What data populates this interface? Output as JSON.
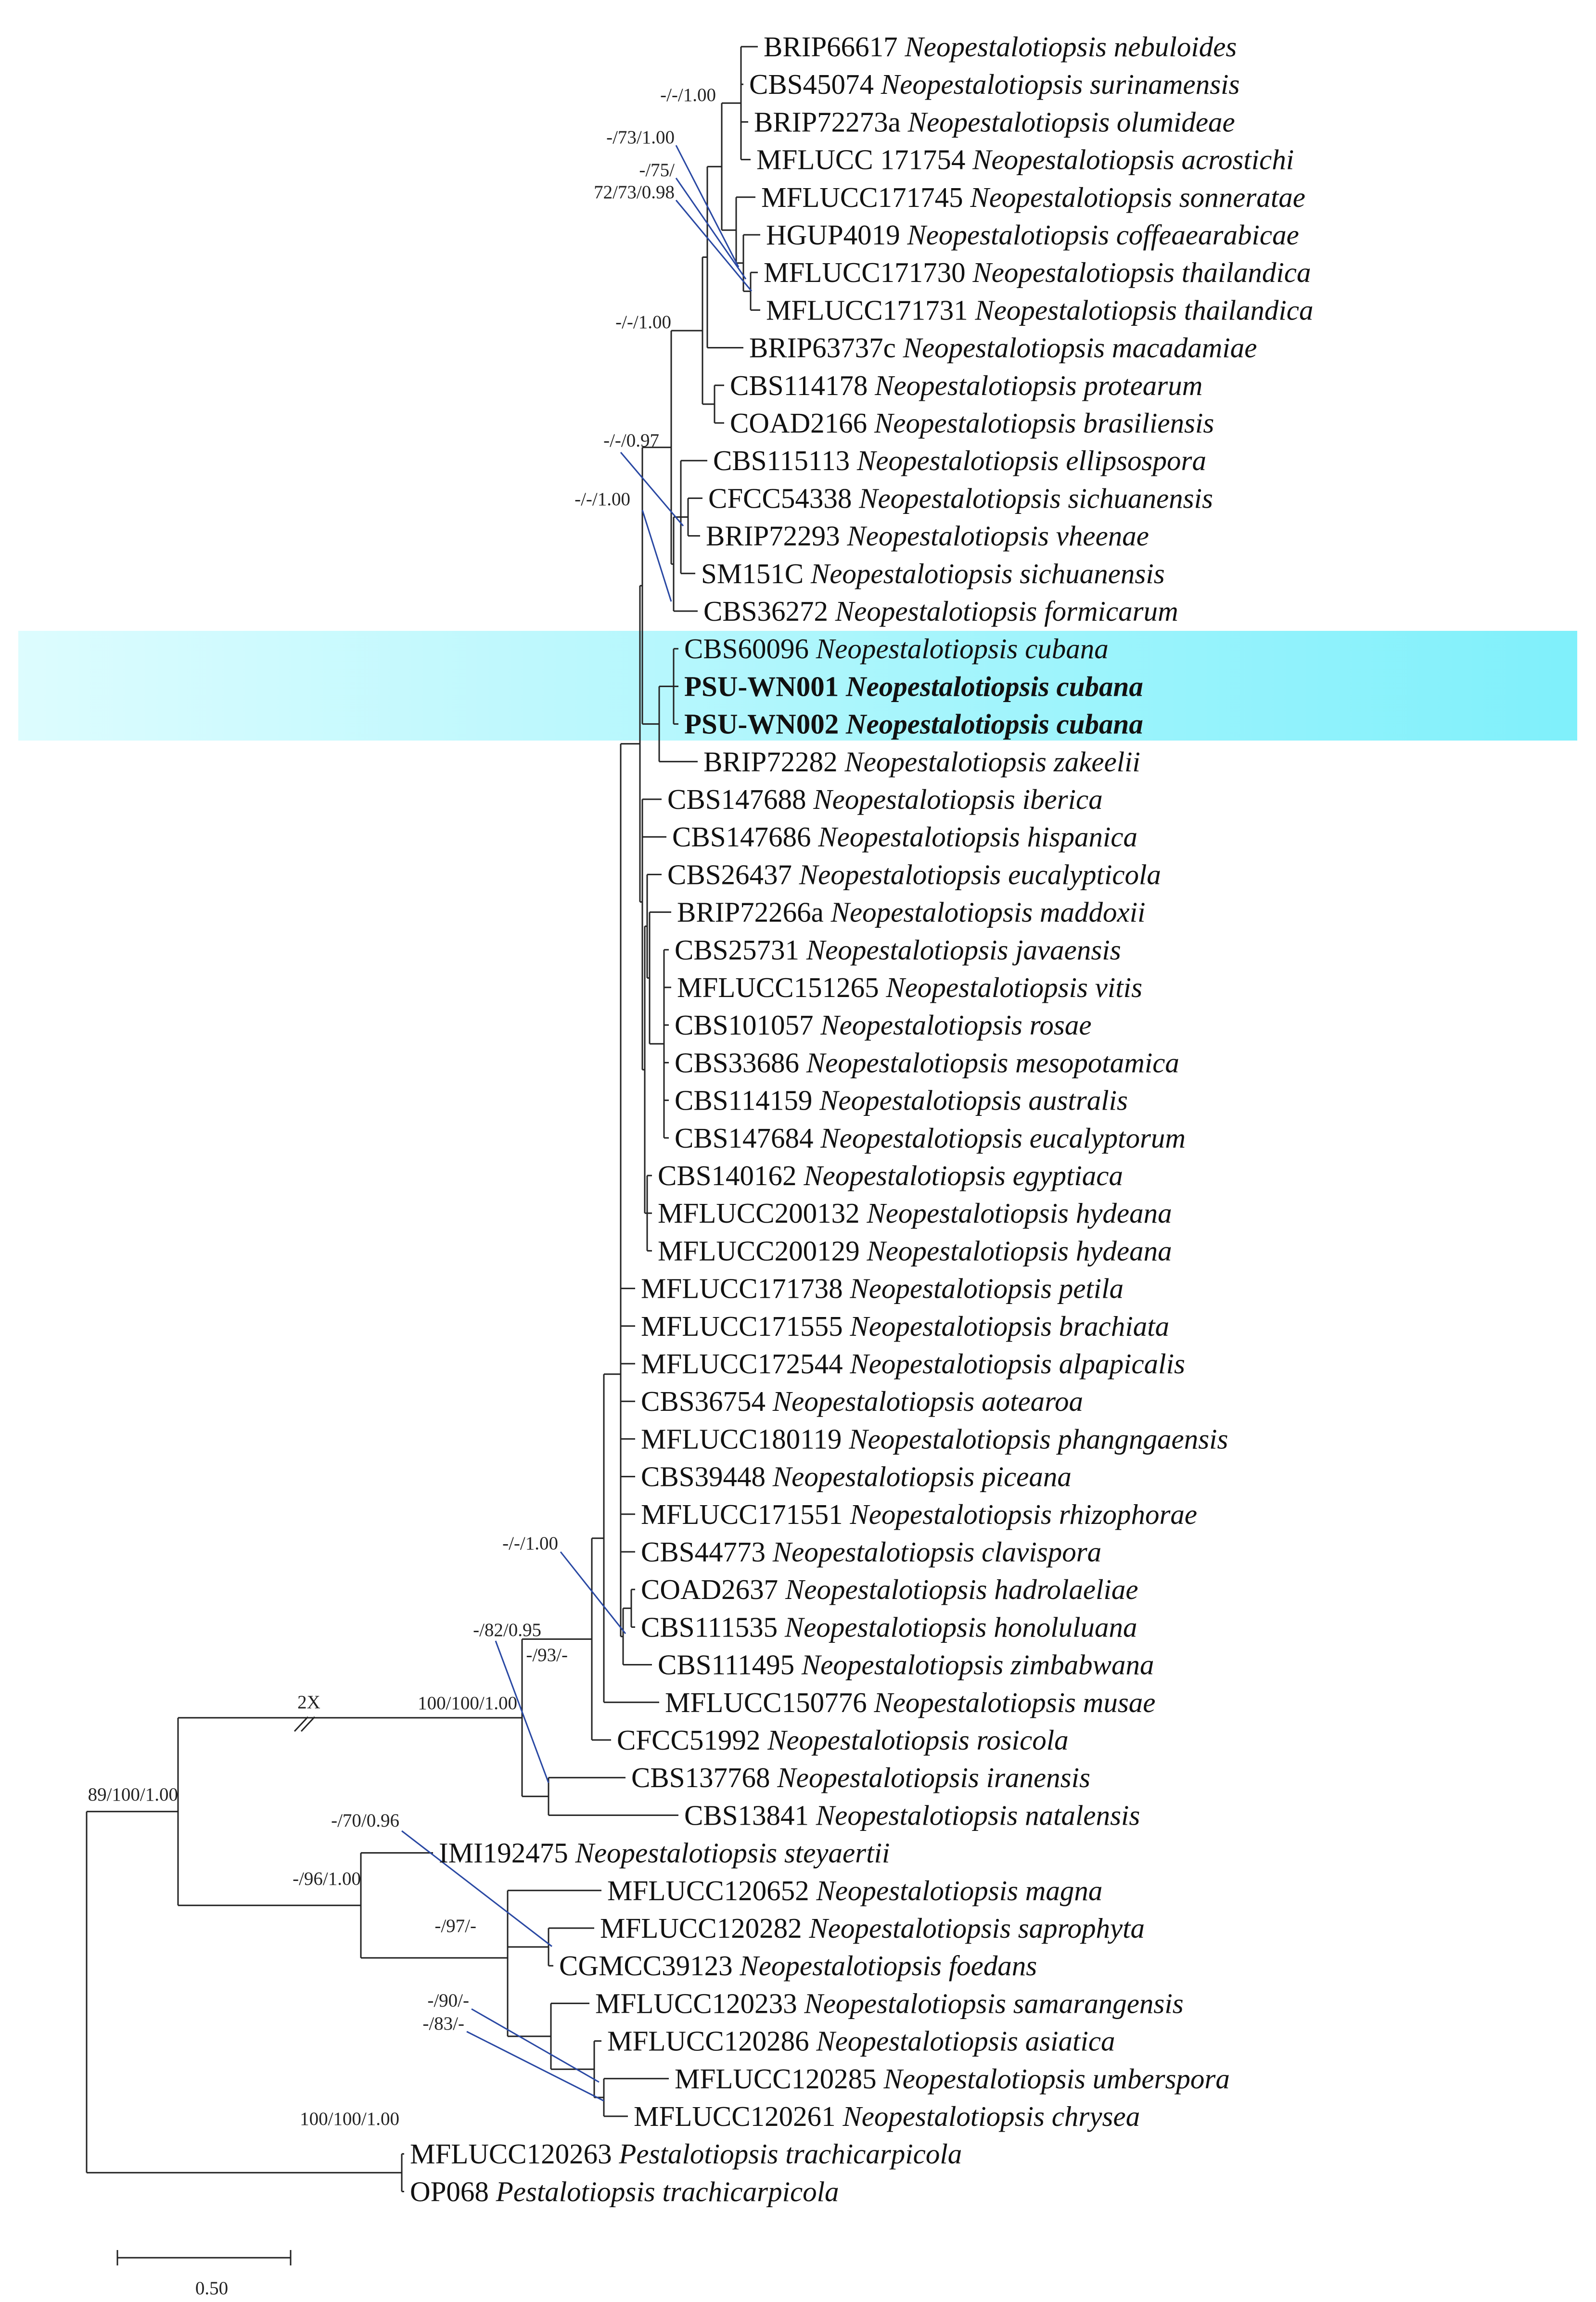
{
  "highlight_color": "#7ff0fb",
  "leader_color": "#2948a3",
  "taxa": [
    {
      "code": "BRIP66617",
      "name": "Neopestalotiopsis nebuloides",
      "bold": false
    },
    {
      "code": "CBS45074",
      "name": "Neopestalotiopsis surinamensis",
      "bold": false
    },
    {
      "code": "BRIP72273a",
      "name": "Neopestalotiopsis olumideae",
      "bold": false
    },
    {
      "code": "MFLUCC 171754",
      "name": "Neopestalotiopsis acrostichi",
      "bold": false
    },
    {
      "code": "MFLUCC171745",
      "name": "Neopestalotiopsis sonneratae",
      "bold": false
    },
    {
      "code": "HGUP4019",
      "name": "Neopestalotiopsis coffeaearabicae",
      "bold": false
    },
    {
      "code": "MFLUCC171730",
      "name": "Neopestalotiopsis thailandica",
      "bold": false
    },
    {
      "code": "MFLUCC171731",
      "name": "Neopestalotiopsis thailandica",
      "bold": false
    },
    {
      "code": "BRIP63737c",
      "name": "Neopestalotiopsis macadamiae",
      "bold": false
    },
    {
      "code": "CBS114178",
      "name": "Neopestalotiopsis protearum",
      "bold": false
    },
    {
      "code": "COAD2166",
      "name": "Neopestalotiopsis brasiliensis",
      "bold": false
    },
    {
      "code": "CBS115113",
      "name": "Neopestalotiopsis ellipsospora",
      "bold": false
    },
    {
      "code": "CFCC54338",
      "name": "Neopestalotiopsis sichuanensis",
      "bold": false
    },
    {
      "code": "BRIP72293",
      "name": "Neopestalotiopsis vheenae",
      "bold": false
    },
    {
      "code": "SM151C",
      "name": "Neopestalotiopsis sichuanensis",
      "bold": false
    },
    {
      "code": "CBS36272",
      "name": "Neopestalotiopsis formicarum",
      "bold": false
    },
    {
      "code": "CBS60096",
      "name": "Neopestalotiopsis cubana",
      "bold": false
    },
    {
      "code": "PSU-WN001",
      "name": "Neopestalotiopsis cubana",
      "bold": true
    },
    {
      "code": "PSU-WN002",
      "name": "Neopestalotiopsis cubana",
      "bold": true
    },
    {
      "code": "BRIP72282",
      "name": "Neopestalotiopsis zakeelii",
      "bold": false
    },
    {
      "code": "CBS147688",
      "name": "Neopestalotiopsis iberica",
      "bold": false
    },
    {
      "code": "CBS147686",
      "name": "Neopestalotiopsis hispanica",
      "bold": false
    },
    {
      "code": "CBS26437",
      "name": "Neopestalotiopsis eucalypticola",
      "bold": false
    },
    {
      "code": "BRIP72266a",
      "name": "Neopestalotiopsis maddoxii",
      "bold": false
    },
    {
      "code": "CBS25731",
      "name": "Neopestalotiopsis javaensis",
      "bold": false
    },
    {
      "code": "MFLUCC151265",
      "name": "Neopestalotiopsis vitis",
      "bold": false
    },
    {
      "code": "CBS101057",
      "name": "Neopestalotiopsis rosae",
      "bold": false
    },
    {
      "code": "CBS33686",
      "name": "Neopestalotiopsis mesopotamica",
      "bold": false
    },
    {
      "code": "CBS114159",
      "name": "Neopestalotiopsis australis",
      "bold": false
    },
    {
      "code": "CBS147684",
      "name": "Neopestalotiopsis eucalyptorum",
      "bold": false
    },
    {
      "code": "CBS140162",
      "name": "Neopestalotiopsis egyptiaca",
      "bold": false
    },
    {
      "code": "MFLUCC200132",
      "name": "Neopestalotiopsis hydeana",
      "bold": false
    },
    {
      "code": "MFLUCC200129",
      "name": "Neopestalotiopsis hydeana",
      "bold": false
    },
    {
      "code": "MFLUCC171738",
      "name": "Neopestalotiopsis petila",
      "bold": false
    },
    {
      "code": "MFLUCC171555",
      "name": "Neopestalotiopsis brachiata",
      "bold": false
    },
    {
      "code": "MFLUCC172544",
      "name": "Neopestalotiopsis alpapicalis",
      "bold": false
    },
    {
      "code": "CBS36754",
      "name": "Neopestalotiopsis aotearoa",
      "bold": false
    },
    {
      "code": "MFLUCC180119",
      "name": "Neopestalotiopsis phangngaensis",
      "bold": false
    },
    {
      "code": "CBS39448",
      "name": "Neopestalotiopsis piceana",
      "bold": false
    },
    {
      "code": "MFLUCC171551",
      "name": "Neopestalotiopsis rhizophorae",
      "bold": false
    },
    {
      "code": "CBS44773",
      "name": "Neopestalotiopsis clavispora",
      "bold": false
    },
    {
      "code": "COAD2637",
      "name": "Neopestalotiopsis hadrolaeliae",
      "bold": false
    },
    {
      "code": "CBS111535",
      "name": "Neopestalotiopsis honoluluana",
      "bold": false
    },
    {
      "code": "CBS111495",
      "name": "Neopestalotiopsis zimbabwana",
      "bold": false
    },
    {
      "code": "MFLUCC150776",
      "name": "Neopestalotiopsis musae",
      "bold": false
    },
    {
      "code": "CFCC51992",
      "name": "Neopestalotiopsis rosicola",
      "bold": false
    },
    {
      "code": "CBS137768",
      "name": "Neopestalotiopsis iranensis",
      "bold": false
    },
    {
      "code": "CBS13841",
      "name": "Neopestalotiopsis natalensis",
      "bold": false
    },
    {
      "code": "IMI192475",
      "name": "Neopestalotiopsis steyaertii",
      "bold": false
    },
    {
      "code": "MFLUCC120652",
      "name": "Neopestalotiopsis magna",
      "bold": false
    },
    {
      "code": "MFLUCC120282",
      "name": "Neopestalotiopsis saprophyta",
      "bold": false
    },
    {
      "code": "CGMCC39123",
      "name": "Neopestalotiopsis foedans",
      "bold": false
    },
    {
      "code": "MFLUCC120233",
      "name": "Neopestalotiopsis samarangensis",
      "bold": false
    },
    {
      "code": "MFLUCC120286",
      "name": "Neopestalotiopsis asiatica",
      "bold": false
    },
    {
      "code": "MFLUCC120285",
      "name": "Neopestalotiopsis umberspora",
      "bold": false
    },
    {
      "code": "MFLUCC120261",
      "name": "Neopestalotiopsis chrysea",
      "bold": false
    },
    {
      "code": "MFLUCC120263",
      "name": "Pestalotiopsis trachicarpicola",
      "bold": false
    },
    {
      "code": "OP068",
      "name": "Pestalotiopsis trachicarpicola",
      "bold": false
    }
  ],
  "supports": [
    "-/-/1.00",
    "-/73/1.00",
    "-/75/",
    "72/73/0.98",
    "-/-/1.00",
    "-/-/0.97",
    "-/-/1.00",
    "-/-/1.00",
    "-/82/0.95",
    "-/93/-",
    "100/100/1.00",
    "89/100/1.00",
    "-/70/0.96",
    "-/96/1.00",
    "-/97/-",
    "-/90/-",
    "-/83/-",
    "100/100/1.00"
  ],
  "break_label": "2X",
  "scale_bar": {
    "value": 0.5,
    "label": "0.50"
  }
}
